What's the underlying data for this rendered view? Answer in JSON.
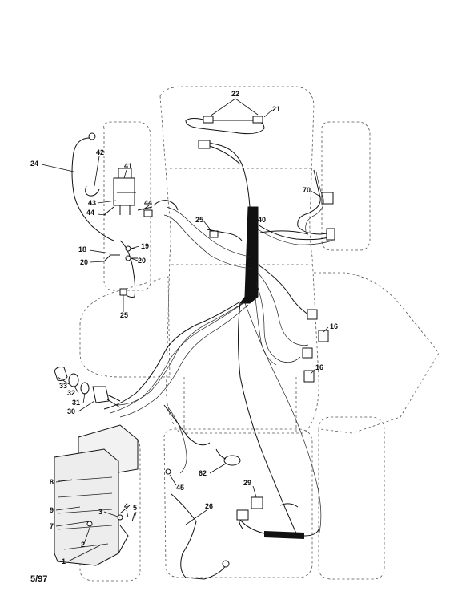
{
  "footer": {
    "date": "5/97"
  },
  "callouts": [
    {
      "id": "c22",
      "text": "22"
    },
    {
      "id": "c21",
      "text": "21"
    },
    {
      "id": "c24",
      "text": "24"
    },
    {
      "id": "c42",
      "text": "42"
    },
    {
      "id": "c41",
      "text": "41"
    },
    {
      "id": "c43",
      "text": "43"
    },
    {
      "id": "c44a",
      "text": "44"
    },
    {
      "id": "c44b",
      "text": "44"
    },
    {
      "id": "c70",
      "text": "70"
    },
    {
      "id": "c25a",
      "text": "25"
    },
    {
      "id": "c40",
      "text": "40"
    },
    {
      "id": "c18",
      "text": "18"
    },
    {
      "id": "c19",
      "text": "19"
    },
    {
      "id": "c20a",
      "text": "20"
    },
    {
      "id": "c20b",
      "text": "20"
    },
    {
      "id": "c25b",
      "text": "25"
    },
    {
      "id": "c16a",
      "text": "16"
    },
    {
      "id": "c16b",
      "text": "16"
    },
    {
      "id": "c33",
      "text": "33"
    },
    {
      "id": "c32",
      "text": "32"
    },
    {
      "id": "c31",
      "text": "31"
    },
    {
      "id": "c30",
      "text": "30"
    },
    {
      "id": "c62",
      "text": "62"
    },
    {
      "id": "c45",
      "text": "45"
    },
    {
      "id": "c29",
      "text": "29"
    },
    {
      "id": "c8",
      "text": "8"
    },
    {
      "id": "c9",
      "text": "9"
    },
    {
      "id": "c3",
      "text": "3"
    },
    {
      "id": "c4",
      "text": "4"
    },
    {
      "id": "c5",
      "text": "5"
    },
    {
      "id": "c7",
      "text": "7"
    },
    {
      "id": "c26",
      "text": "26"
    },
    {
      "id": "c2",
      "text": "2"
    },
    {
      "id": "c1",
      "text": "1"
    }
  ]
}
